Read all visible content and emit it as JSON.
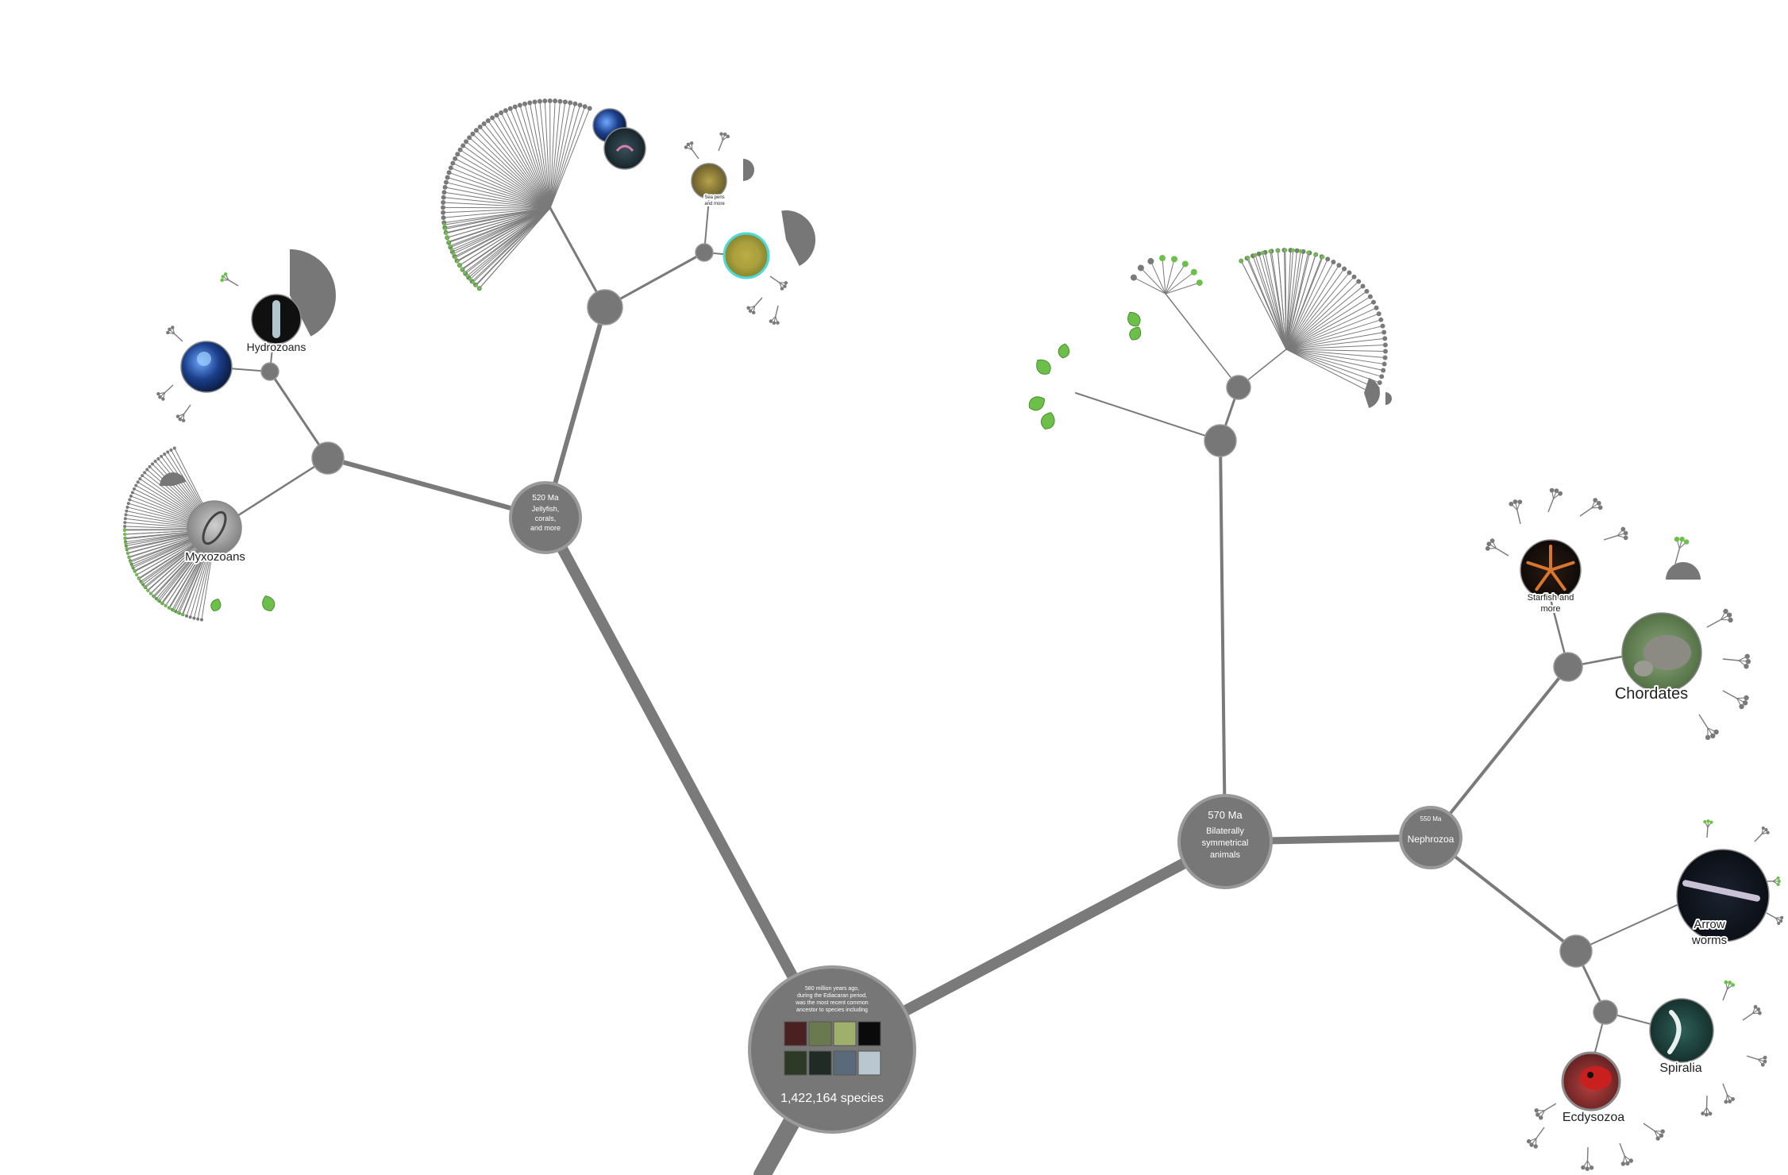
{
  "app": {
    "title": "OneZoom tree of life explorer"
  },
  "colors": {
    "branch": "#7a7a7a",
    "node": "#777777",
    "node_ring": "#999999",
    "leaf_green": "#6cc04a",
    "text": "#222222",
    "white": "#ffffff"
  },
  "root": {
    "blurb": [
      "580 million years ago,",
      "during the Ediacaran period,",
      "was the most recent common",
      "ancestor to species including"
    ],
    "species_count": "1,422,164 species"
  },
  "nodes": {
    "jellyfish": {
      "date": "520 Ma",
      "name_lines": [
        "Jellyfish,",
        "corals,",
        "and more"
      ]
    },
    "bilateria": {
      "date": "570 Ma",
      "name_lines": [
        "Bilaterally",
        "symmetrical",
        "animals"
      ]
    },
    "nephrozoa": {
      "date": "550 Ma",
      "name": "Nephrozoa"
    }
  },
  "labels": {
    "hydrozoans": "Hydrozoans",
    "myxozoans": "Myxozoans",
    "starfish": [
      "Starfish and",
      "more"
    ],
    "chordates": "Chordates",
    "arrow_worms": [
      "Arrow",
      "worms"
    ],
    "spiralia": "Spiralia",
    "ecdysozoa": "Ecdysozoa",
    "small_photo_label": [
      "Sea pens",
      "and more"
    ]
  },
  "photo_icons": {
    "root_thumbs": [
      "ladybird-photo",
      "elephant-photo",
      "grasshopper-photo",
      "worm-photo",
      "mantis-photo",
      "arrowworm-photo",
      "spider-photo",
      "fish-photo"
    ],
    "clades": [
      "hydrozoan-photo",
      "jellyfish-photo",
      "myxozoan-photo",
      "coral-photo",
      "sea-pen-photo",
      "anemone-photo",
      "starfish-photo",
      "elephant-photo",
      "arrowworm-photo",
      "flatworm-photo",
      "ladybird-photo"
    ]
  }
}
